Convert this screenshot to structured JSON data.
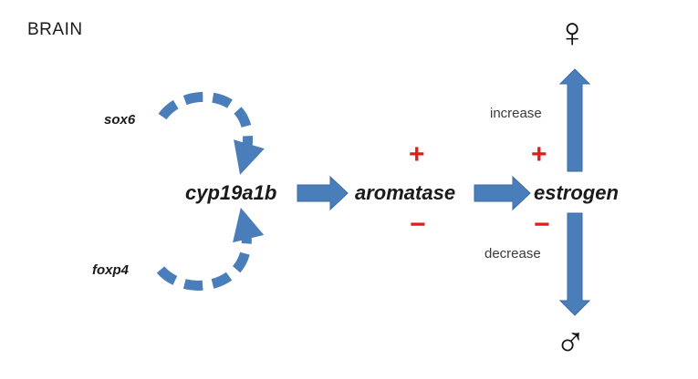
{
  "diagram": {
    "region_label": "BRAIN",
    "nodes": {
      "regulator_top": "sox6",
      "regulator_bottom": "foxp4",
      "gene": "cyp19a1b",
      "enzyme": "aromatase",
      "hormone": "estrogen"
    },
    "signs": {
      "enzyme_up": "+",
      "enzyme_down": "−",
      "hormone_up": "+",
      "hormone_down": "−"
    },
    "branches": {
      "up_label": "increase",
      "down_label": "decrease",
      "female_symbol": "♀",
      "male_symbol": "♂"
    },
    "colors": {
      "arrow": "#4a7ebb",
      "arrow_stroke": "#3a6aa6",
      "sign": "#e21b1b"
    }
  }
}
